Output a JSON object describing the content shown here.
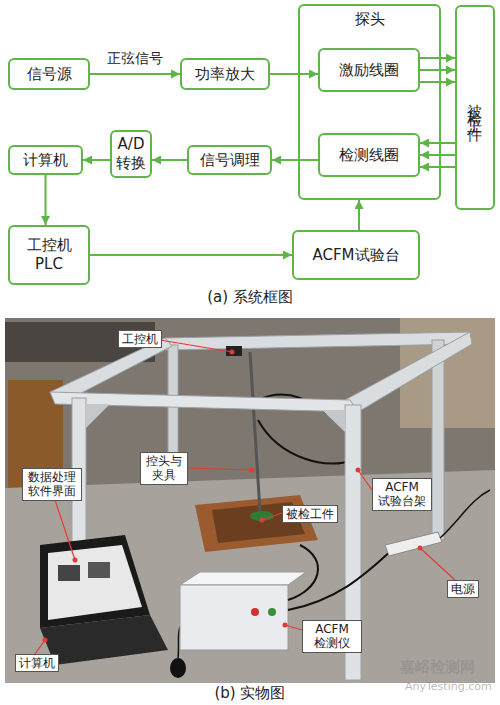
{
  "diagram": {
    "nodes": [
      {
        "text": [
          "信号源"
        ]
      },
      {
        "text": [
          "功率放大"
        ]
      },
      {
        "text": [
          "探头"
        ]
      },
      {
        "text": [
          "激励线圈"
        ],
        "in": 2
      },
      {
        "text": [
          "检测线圈"
        ],
        "in": 2
      },
      {
        "text": [
          "被检工件"
        ]
      },
      {
        "text": [
          "计算机"
        ]
      },
      {
        "text": [
          "A/D 转换"
        ]
      },
      {
        "text": [
          "信号调理"
        ]
      },
      {
        "text": [
          "工控机 PLC"
        ]
      },
      {
        "text": [
          "ACFM试验台"
        ]
      }
    ],
    "edges": [
      {
        "from": 0,
        "to": 1,
        "arrow": "to",
        "label": "正弦信号"
      },
      {
        "from": 1,
        "to": 3,
        "arrow": "to"
      },
      {
        "from": 3,
        "to": 5,
        "arrow": "to"
      },
      {
        "from": 5,
        "to": 4,
        "arrow": "to"
      },
      {
        "from": 4,
        "to": 8,
        "arrow": "to"
      },
      {
        "from": 8,
        "to": 7,
        "arrow": "to"
      },
      {
        "from": 7,
        "to": 6,
        "arrow": "to"
      },
      {
        "from": 6,
        "to": 9,
        "arrow": "to"
      },
      {
        "from": 9,
        "to": 10,
        "arrow": "to"
      },
      {
        "from": 10,
        "to": 2,
        "arrow": "to"
      }
    ],
    "labels": [
      "(a) 系统框图",
      "工控机",
      "控头与 夹具",
      "数据处理 软件界面",
      "被检工件",
      "ACFM 试验台架",
      "电源",
      "ACFM 检测仪",
      "计算机",
      "(b) 实物图",
      "嘉峪检测网",
      "AnyTesting.com"
    ]
  }
}
